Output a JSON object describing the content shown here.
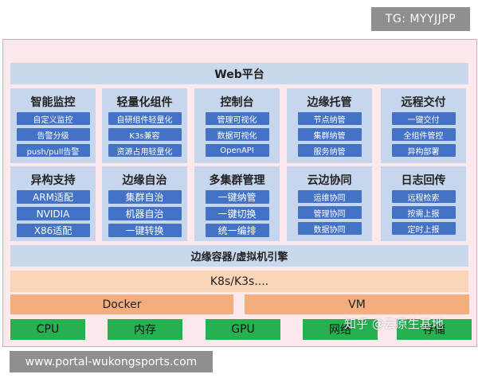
{
  "tg_label": "TG: MYYJJPP",
  "diagram": {
    "top_layer": "Web平台",
    "cards_row1": [
      {
        "title": "智能监控",
        "items": [
          "自定义监控",
          "告警分级",
          "push/pull告警"
        ]
      },
      {
        "title": "轻量化组件",
        "items": [
          "自研组件轻量化",
          "K3s兼容",
          "资源占用轻量化"
        ]
      },
      {
        "title": "控制台",
        "items": [
          "管理可视化",
          "数据可视化",
          "OpenAPI"
        ]
      },
      {
        "title": "边缘托管",
        "items": [
          "节点纳管",
          "集群纳管",
          "服务纳管"
        ]
      },
      {
        "title": "远程交付",
        "items": [
          "一键交付",
          "全组件管控",
          "异构部署"
        ]
      }
    ],
    "cards_row2": [
      {
        "title": "异构支持",
        "items": [
          "ARM适配",
          "NVIDIA",
          "X86适配"
        ]
      },
      {
        "title": "边缘自治",
        "items": [
          "集群自治",
          "机器自治",
          "一键转换"
        ]
      },
      {
        "title": "多集群管理",
        "items": [
          "一键纳管",
          "一键切换",
          "统一编排"
        ]
      },
      {
        "title": "云边协同",
        "items": [
          "运维协同",
          "管理协同",
          "数据协同"
        ]
      },
      {
        "title": "日志回传",
        "items": [
          "远程检索",
          "按需上报",
          "定时上报"
        ]
      }
    ],
    "engine_layer": "边缘容器/虚拟机引擎",
    "k8s_layer": "K8s/K3s....",
    "runtime_layer": [
      "Docker",
      "VM"
    ],
    "hardware_layer": [
      "CPU",
      "内存",
      "GPU",
      "网络",
      "存储"
    ]
  },
  "watermark_text": "知乎 @云原生基地",
  "url_text": "www.portal-wukongsports.com",
  "colors": {
    "frame_background": "#fde8ec",
    "card_background": "#c6d6ec",
    "pill_blue": "#4472c4",
    "k8s_peach": "#f9d4b6",
    "runtime_orange": "#f4ae7e",
    "hardware_green": "#27b050",
    "badge_gray": "#8f8f8f"
  }
}
